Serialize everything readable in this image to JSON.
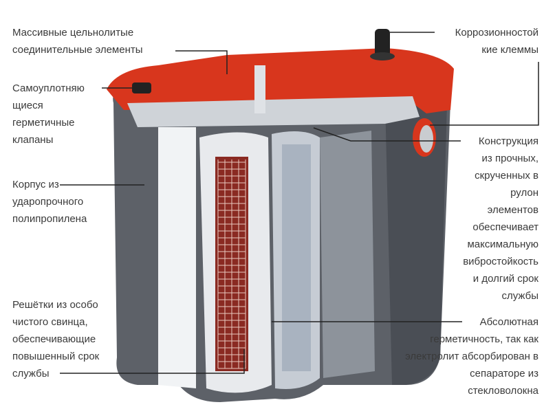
{
  "labels": {
    "connectors": [
      "Массивные цельнолитые",
      "соединительные элементы"
    ],
    "valves": [
      "Самоуплотняю",
      "щиеся",
      "герметичные",
      "клапаны"
    ],
    "case": [
      "Корпус из",
      "ударопрочного",
      "полипропилена"
    ],
    "grids": [
      "Решётки из особо",
      "чистого свинца,",
      "обеспечивающие",
      "повышенный срок",
      "службы"
    ],
    "terminals": [
      "Коррозионностой",
      "кие клеммы"
    ],
    "construction": [
      "Конструкция",
      "из прочных,",
      "скрученных в",
      "рулон",
      "элементов",
      "обеспечивает",
      "максимальную",
      "вибростойкость",
      "и долгий срок",
      "службы"
    ],
    "sealing": [
      "Абсолютная",
      "герметичность, так как",
      "электролит абсорбирован в",
      "сепараторе из",
      "стекловолокна"
    ]
  },
  "colors": {
    "lid": "#d8361d",
    "body": "#5d6168",
    "cell": "#e9ecef",
    "grid": "#8a2a22"
  }
}
